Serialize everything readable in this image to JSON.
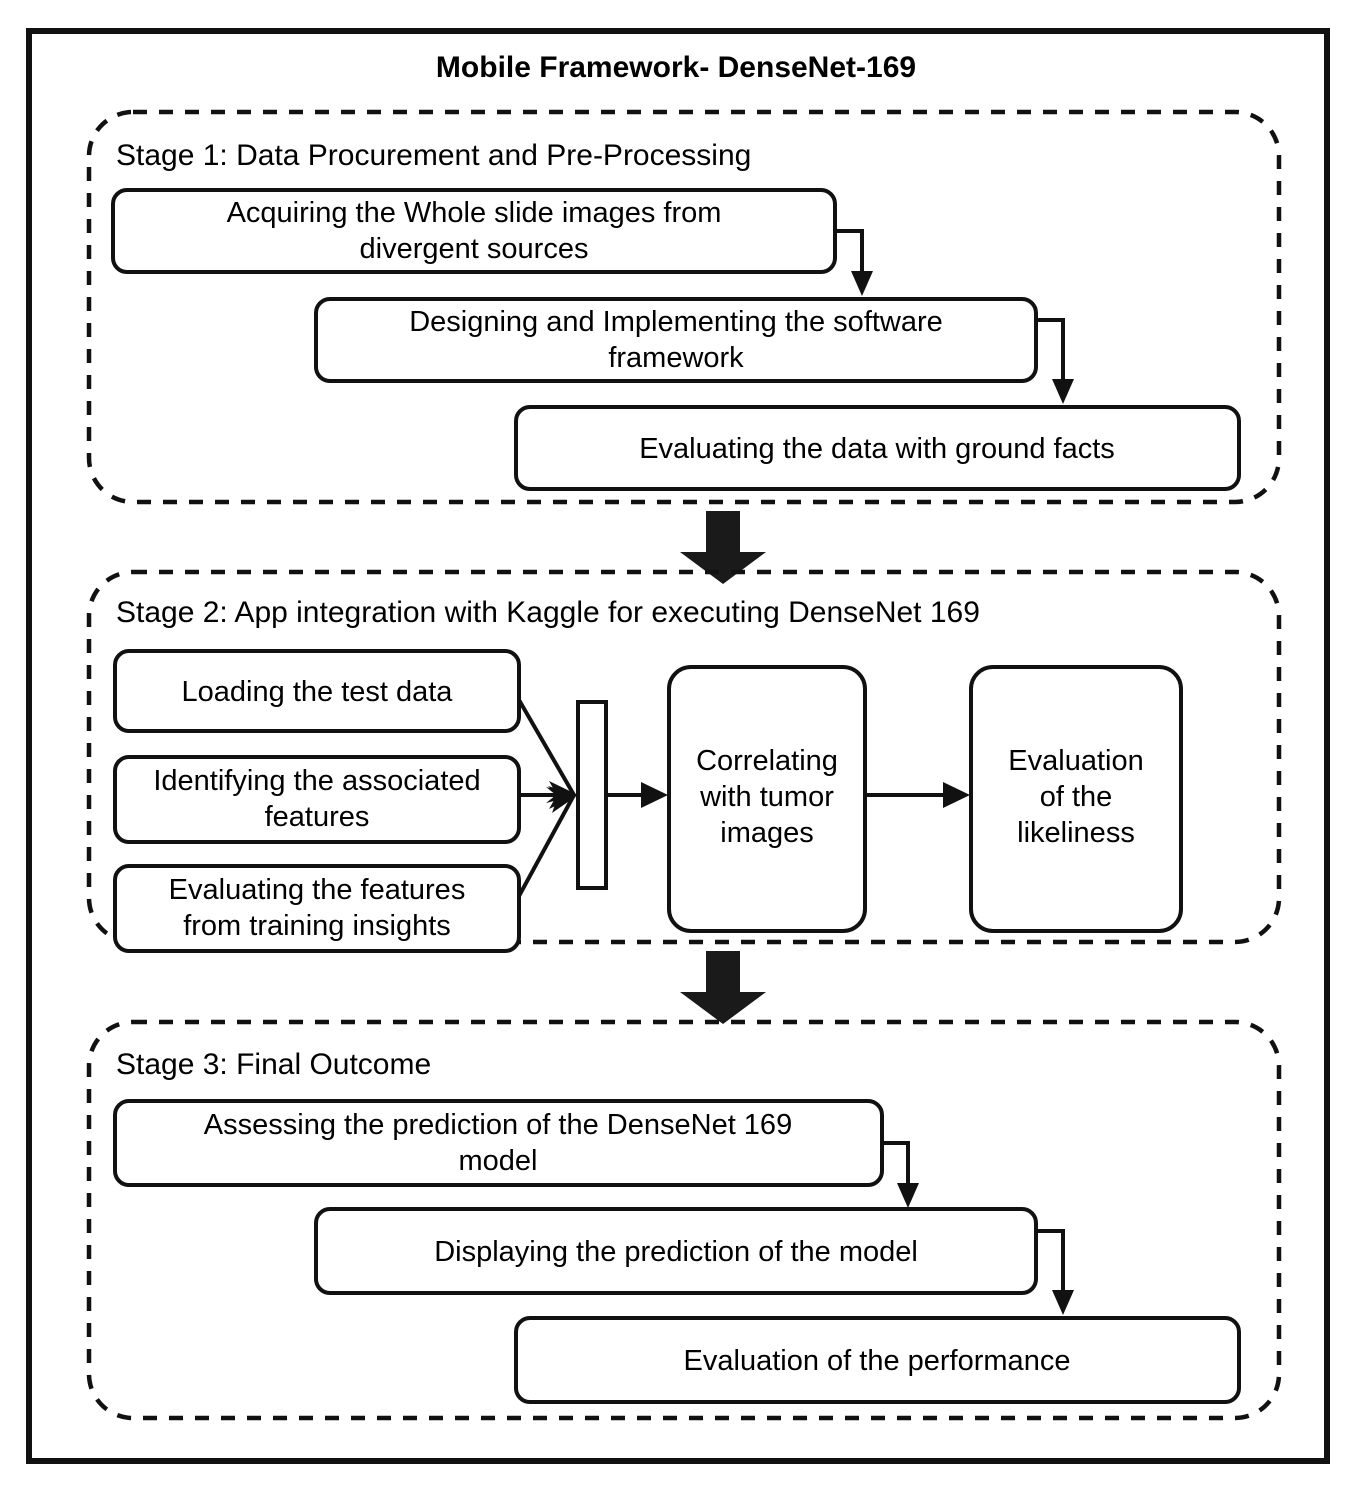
{
  "figure": {
    "title": "Mobile Framework- DenseNet-169",
    "type": "flowchart",
    "orientation": "vertical",
    "colors": {
      "background": "#ffffff",
      "stroke": "#111111",
      "node_fill": "#ffffff",
      "block_arrow": "#1a1a1a"
    }
  },
  "stages": [
    {
      "id": "stage-1",
      "label": "Stage 1: Data Procurement and Pre-Processing",
      "nodes": [
        {
          "id": "s1n1",
          "label_line1": "Acquiring the Whole slide images from",
          "label_line2": "divergent sources"
        },
        {
          "id": "s1n2",
          "label_line1": "Designing and Implementing the software",
          "label_line2": "framework"
        },
        {
          "id": "s1n3",
          "label_line1": "Evaluating the data with ground facts",
          "label_line2": ""
        }
      ]
    },
    {
      "id": "stage-2",
      "label": "Stage 2: App integration with Kaggle for executing DenseNet 169",
      "nodes": [
        {
          "id": "s2n1",
          "label_line1": "Loading the test data",
          "label_line2": ""
        },
        {
          "id": "s2n2",
          "label_line1": "Identifying the associated",
          "label_line2": "features"
        },
        {
          "id": "s2n3",
          "label_line1": "Evaluating the features",
          "label_line2": "from training insights"
        },
        {
          "id": "s2n4",
          "label_line1": "Correlating",
          "label_line2": "with tumor",
          "label_line3": "images"
        },
        {
          "id": "s2n5",
          "label_line1": "Evaluation",
          "label_line2": "of the",
          "label_line3": "likeliness"
        }
      ],
      "merge_node": {
        "id": "s2merge",
        "label": ""
      }
    },
    {
      "id": "stage-3",
      "label": "Stage 3: Final Outcome",
      "nodes": [
        {
          "id": "s3n1",
          "label_line1": "Assessing the prediction of the DenseNet 169",
          "label_line2": "model"
        },
        {
          "id": "s3n2",
          "label_line1": "Displaying the prediction of the model",
          "label_line2": ""
        },
        {
          "id": "s3n3",
          "label_line1": "Evaluation of the performance",
          "label_line2": ""
        }
      ]
    }
  ],
  "stage_connectors": [
    {
      "id": "arrow-stage1-stage2",
      "from": "stage-1",
      "to": "stage-2",
      "style": "block-arrow-down"
    },
    {
      "id": "arrow-stage2-stage3",
      "from": "stage-2",
      "to": "stage-3",
      "style": "block-arrow-down"
    }
  ]
}
